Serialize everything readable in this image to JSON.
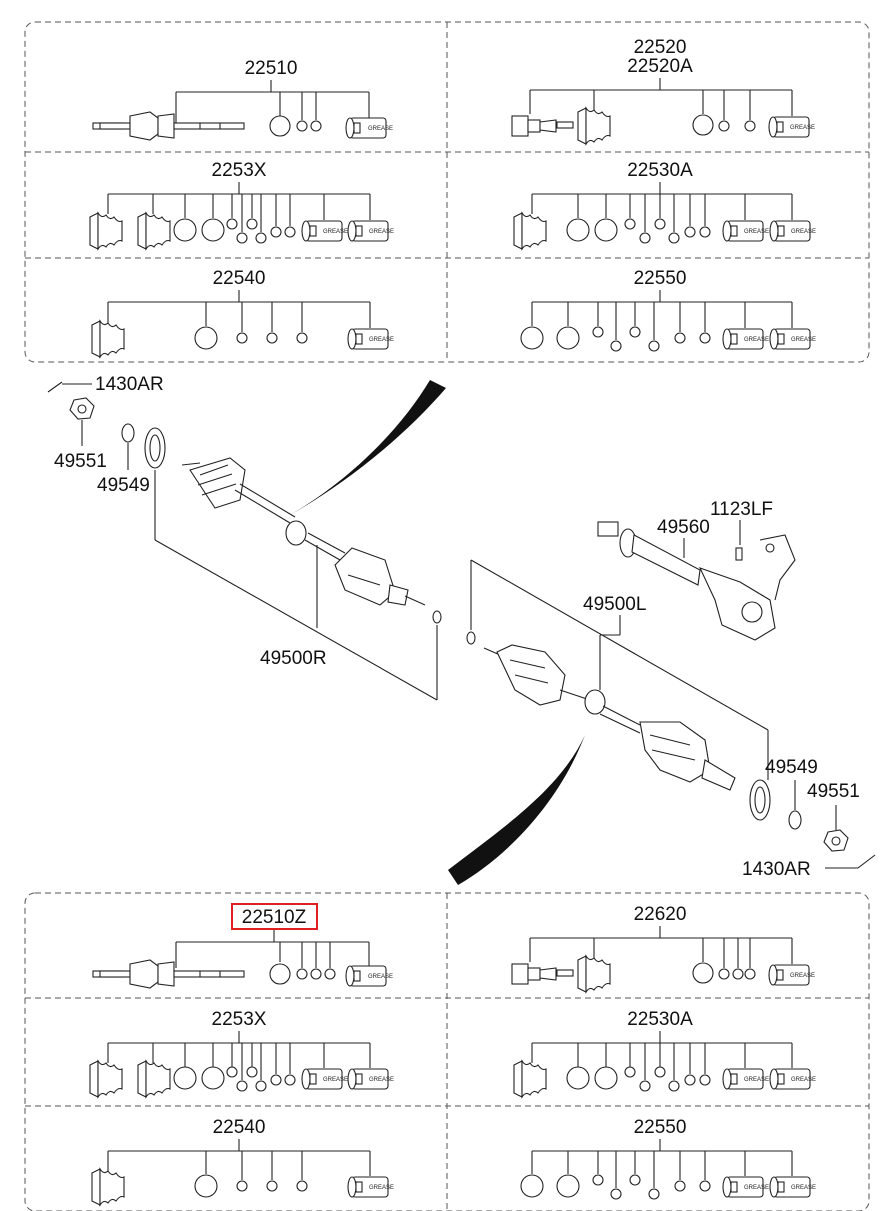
{
  "top_kits": {
    "left": [
      "22510",
      "2253X",
      "22540"
    ],
    "right": [
      [
        "22520",
        "22520A"
      ],
      "22530A",
      "22550"
    ]
  },
  "bottom_kits": {
    "left": [
      "22510Z",
      "2253X",
      "22540"
    ],
    "right": [
      "22620",
      "22530A",
      "22550"
    ]
  },
  "highlighted_part": "22510Z",
  "grease_label": "GREASE",
  "callouts": {
    "bolt_top": "1430AR",
    "nut_top": "49551",
    "ring_top": "49549",
    "shaft_right": "49500R",
    "bolt_bracket": "1123LF",
    "inner_shaft": "49560",
    "shaft_left": "49500L",
    "ring_bottom": "49549",
    "nut_bottom": "49551",
    "bolt_bottom": "1430AR"
  }
}
